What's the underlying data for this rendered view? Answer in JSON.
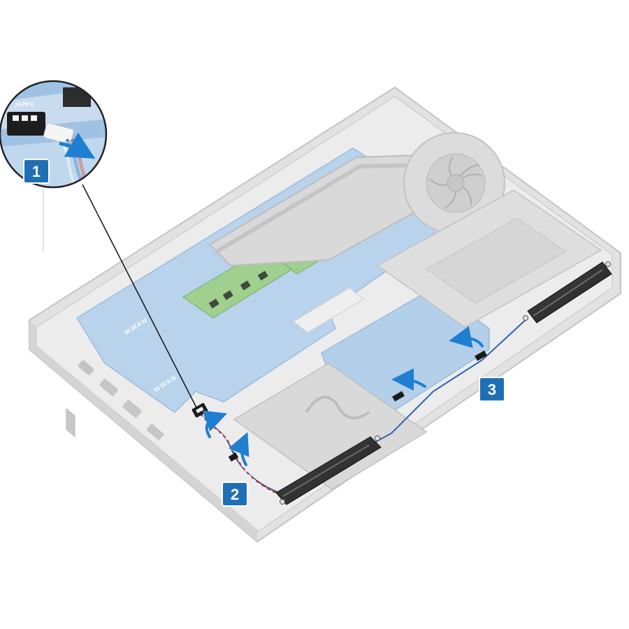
{
  "callouts": {
    "step1": "1",
    "step2": "2",
    "step3": "3"
  },
  "inset": {
    "connector_label": "JSPK1"
  },
  "board": {
    "wwan_label": "WWAN"
  },
  "colors": {
    "callout_bg": "#1f6fb4",
    "arrow": "#1f7fd0",
    "board": "#a9c8e6",
    "chassis": "#dadada",
    "speaker": "#2b2b2b",
    "cable_red": "#b5312c",
    "cable_blue": "#2a62b8"
  },
  "icons": {
    "callout": "step-number-badge",
    "arrow": "curved-direction-arrow",
    "magnifier": "detail-magnifier-circle"
  }
}
